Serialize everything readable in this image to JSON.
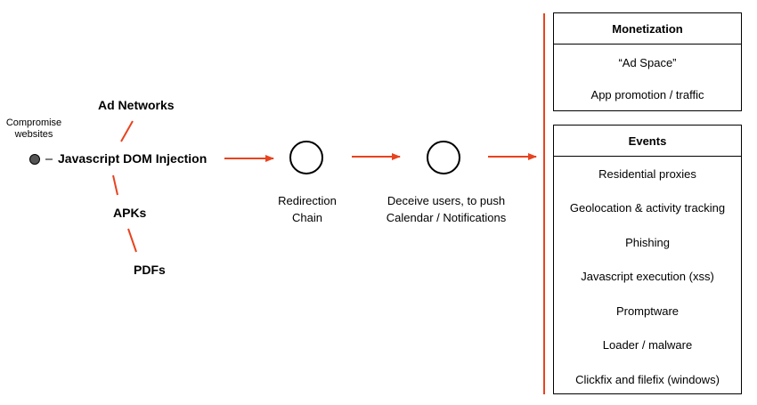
{
  "sources": {
    "compromise_label_line1": "Compromise",
    "compromise_label_line2": "websites",
    "main_source": "Javascript DOM Injection",
    "ad_networks": "Ad Networks",
    "apks": "APKs",
    "pdfs": "PDFs"
  },
  "flow": {
    "redirection_line1": "Redirection",
    "redirection_line2": "Chain",
    "deceive_line1": "Deceive users, to push",
    "deceive_line2": "Calendar / Notifications"
  },
  "monetization": {
    "title": "Monetization",
    "items": [
      "“Ad Space”",
      "App promotion / traffic"
    ]
  },
  "events": {
    "title": "Events",
    "items": [
      "Residential proxies",
      "Geolocation & activity tracking",
      "Phishing",
      "Javascript execution (xss)",
      "Promptware",
      "Loader / malware",
      "Clickfix and filefix (windows)"
    ]
  },
  "colors": {
    "accent": "#e8431f",
    "border": "#000000",
    "dot_fill": "#555555"
  }
}
